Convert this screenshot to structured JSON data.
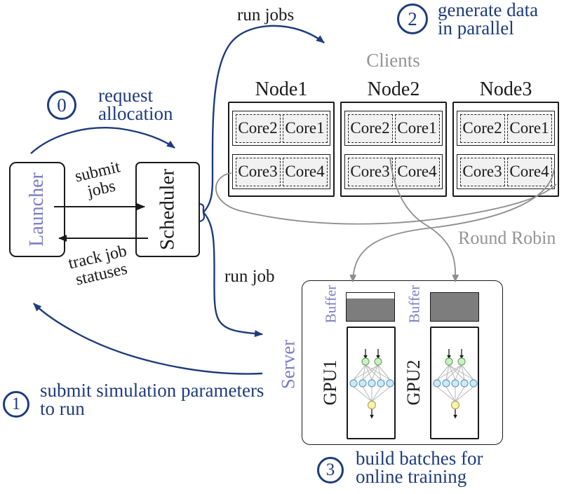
{
  "colors": {
    "accent_blue": "#1e3c7c",
    "purple": "#7b7dc9",
    "gray": "#949494",
    "buffer_fill": "#7d7d7d",
    "core_fill": "#f1f1f1"
  },
  "steps": [
    {
      "num": "0",
      "line1": "request",
      "line2": "allocation"
    },
    {
      "num": "1",
      "line1": "submit simulation parameters",
      "line2": "to run"
    },
    {
      "num": "2",
      "line1": "generate data",
      "line2": "in parallel"
    },
    {
      "num": "3",
      "line1": "build batches for",
      "line2": "online training"
    }
  ],
  "edge_labels": {
    "run_jobs": "run jobs",
    "run_job": "run job",
    "submit_jobs_line1": "submit",
    "submit_jobs_line2": "jobs",
    "track_line1": "track job",
    "track_line2": "statuses",
    "round_robin": "Round Robin"
  },
  "clients_label": "Clients",
  "launcher_label": "Launcher",
  "scheduler_label": "Scheduler",
  "server_label": "Server",
  "nodes": [
    {
      "name": "Node1",
      "cores": [
        "Core2",
        "Core1",
        "Core3",
        "Core4"
      ]
    },
    {
      "name": "Node2",
      "cores": [
        "Core2",
        "Core1",
        "Core3",
        "Core4"
      ]
    },
    {
      "name": "Node3",
      "cores": [
        "Core2",
        "Core1",
        "Core3",
        "Core4"
      ]
    }
  ],
  "gpus": [
    {
      "buffer_label": "Buffer",
      "gpu_label": "GPU1"
    },
    {
      "buffer_label": "Buffer",
      "gpu_label": "GPU2"
    }
  ]
}
